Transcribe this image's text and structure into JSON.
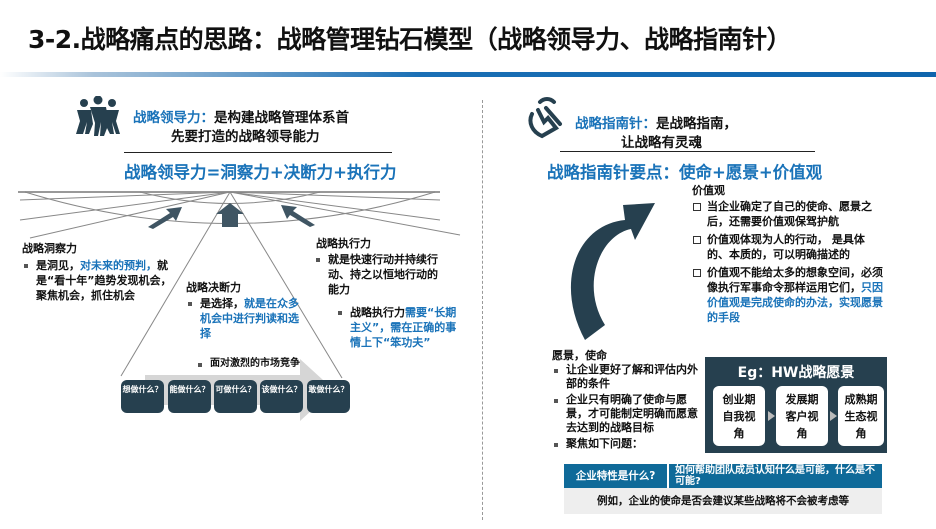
{
  "title": "3-2.战略痛点的思路：战略管理钻石模型（战略领导力、战略指南针）",
  "colors": {
    "accent_blue": "#1a73b9",
    "dark_navy": "#26404f",
    "table_blue": "#0f6a99"
  },
  "left": {
    "icon": "people-group-icon",
    "heading_blue": "战略领导力：",
    "heading_line1": "是构建战略管理体系首",
    "heading_line2": "先要打造的战略领导能力",
    "formula": "战略领导力=洞察力+决断力+执行力",
    "insight": {
      "title": "战略洞察力",
      "text1": "是洞见，",
      "blue": "对未来的预判，",
      "text2": "就是“看十年”趋势发现机会，聚焦机会，抓住机会"
    },
    "decision": {
      "title": "战略决断力",
      "text1": "是选择，",
      "blue": "就是在众多机会中进行判读和选择",
      "note": "面对激烈的市场竞争"
    },
    "execution": {
      "title": "战略执行力",
      "text1": "就是快速行动并持续行动、持之以恒地行动的能力",
      "b2_black": "战略执行力",
      "b2_blue": "需要“长期主义”，需在正确的事情上下“笨功夫”"
    },
    "questions": [
      "想做什么？",
      "能做什么？",
      "可做什么？",
      "该做什么？",
      "敢做什么？"
    ]
  },
  "right": {
    "icon": "hand-tap-icon",
    "heading_blue": "战略指南针：",
    "heading_line1": "是战略指南，",
    "heading_line2": "让战略有灵魂",
    "formula": "战略指南针要点：使命+愿景+价值观",
    "values": {
      "title": "价值观",
      "items": [
        "当企业确定了自己的使命、愿景之后，还需要价值观保驾护航",
        "价值观体现为人的行动， 是具体的、本质的，可以明确描述的"
      ],
      "item3_black": "价值观不能给太多的想象空间，必须像执行军事命令那样运用它们，",
      "item3_blue": "只因价值观是完成使命的办法，实现愿景的手段"
    },
    "vision": {
      "title": "愿景，使命",
      "items": [
        "让企业更好了解和评估内外部的条件",
        "企业只有明确了使命与愿景，才可能制定明确而愿意去达到的战略目标",
        "聚焦如下问题："
      ]
    },
    "example": {
      "title": "Eg：HW战略愿景",
      "stages": [
        [
          "创业期",
          "自我视",
          "角"
        ],
        [
          "发展期",
          "客户视",
          "角"
        ],
        [
          "成熟期",
          "生态视",
          "角"
        ]
      ]
    },
    "table": {
      "col1": "企业特性是什么?",
      "col2": "如何帮助团队成员认知什么是可能，什么是不可能?",
      "row": "例如，企业的使命是否会建议某些战略将不会被考虑等"
    }
  }
}
